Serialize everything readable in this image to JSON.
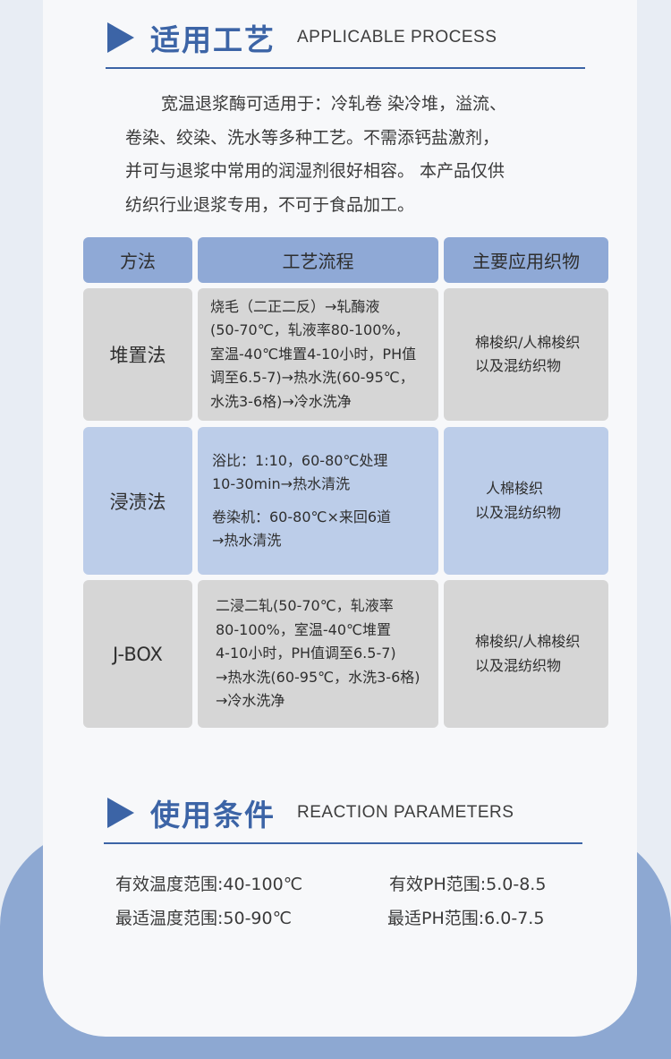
{
  "section1": {
    "title_cn": "适用工艺",
    "title_en": "APPLICABLE PROCESS"
  },
  "intro": {
    "lines": [
      "宽温退浆酶可适用于：冷轧卷 染冷堆，溢流、",
      "卷染、绞染、洗水等多种工艺。不需添钙盐激剂，",
      "并可与退浆中常用的润湿剂很好相容。 本产品仅供",
      "纺织行业退浆专用，不可于食品加工。"
    ]
  },
  "table": {
    "headers": [
      "方法",
      "工艺流程",
      "主要应用织物"
    ],
    "rows": [
      {
        "method": "堆置法",
        "process": [
          "烧毛（二正二反）→轧酶液",
          "(50-70℃，轧液率80-100%，",
          "室温-40℃堆置4-10小时，PH值",
          "调至6.5-7)→热水洗(60-95℃，",
          "水洗3-6格)→冷水洗净"
        ],
        "fabric": [
          "棉梭织/人棉梭织",
          "以及混纺织物"
        ]
      },
      {
        "method": "浸渍法",
        "process": [
          "浴比：1:10，60-80℃处理",
          "10-30min→热水清洗",
          "卷染机：60-80℃×来回6道",
          "→热水清洗"
        ],
        "fabric": [
          "人棉梭织",
          "以及混纺织物"
        ]
      },
      {
        "method": "J-BOX",
        "process": [
          "二浸二轧(50-70℃，轧液率",
          "80-100%，室温-40℃堆置",
          "4-10小时，PH值调至6.5-7)",
          "→热水洗(60-95℃，水洗3-6格)",
          "→冷水洗净"
        ],
        "fabric": [
          "棉梭织/人棉梭织",
          "以及混纺织物"
        ]
      }
    ]
  },
  "section2": {
    "title_cn": "使用条件",
    "title_en": "REACTION PARAMETERS"
  },
  "params": {
    "temp_effective": "有效温度范围:40-100℃",
    "ph_effective": "有效PH范围:5.0-8.5",
    "temp_optimal": "最适温度范围:50-90℃",
    "ph_optimal": "最适PH范围:6.0-7.5"
  },
  "colors": {
    "accent": "#3c64a6",
    "header_bg": "#8fa9d6",
    "row_gray": "#d6d6d6",
    "row_blue": "#bccde9",
    "bottom_band": "#8da8d2"
  }
}
